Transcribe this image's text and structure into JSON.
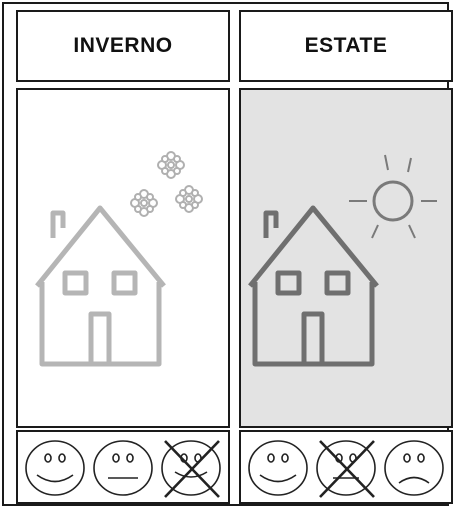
{
  "columns": [
    {
      "title": "INVERNO",
      "scene": "house-with-snowflakes",
      "faces": [
        "happy-face-icon",
        "neutral-face-icon",
        "happy-face-icon-crossed-out"
      ]
    },
    {
      "title": "ESTATE",
      "scene": "house-with-sun",
      "faces": [
        "happy-face-icon",
        "neutral-face-icon-crossed-out",
        "sad-face-icon"
      ]
    }
  ]
}
